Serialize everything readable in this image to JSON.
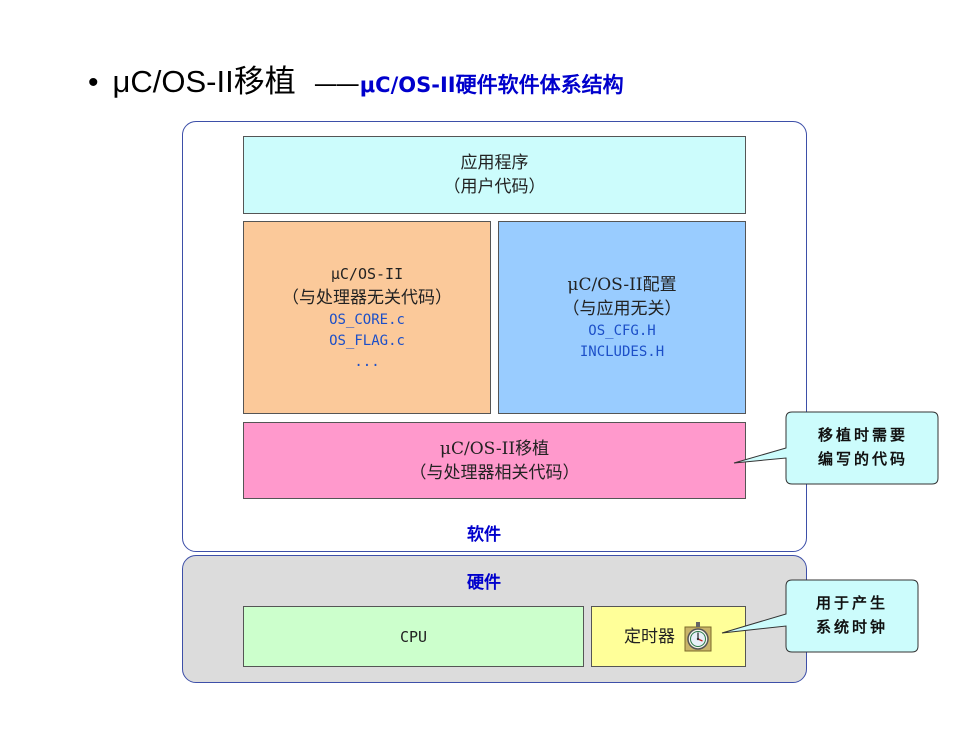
{
  "title": {
    "bullet": "•",
    "main": "μC/OS-II移植",
    "separator": "——",
    "subtitle": "μC/OS-II硬件软件体系结构"
  },
  "software": {
    "label": "软件",
    "app": {
      "line1": "应用程序",
      "line2": "（用户代码）"
    },
    "independent": {
      "line1": "μC/OS-II",
      "line2": "（与处理器无关代码）",
      "files": [
        "OS_CORE.c",
        "OS_FLAG.c",
        "..."
      ]
    },
    "config": {
      "line1": "μC/OS-II配置",
      "line2": "（与应用无关）",
      "files": [
        "OS_CFG.H",
        "INCLUDES.H"
      ]
    },
    "port": {
      "line1": "μC/OS-II移植",
      "line2": "（与处理器相关代码）"
    }
  },
  "hardware": {
    "label": "硬件",
    "cpu": "CPU",
    "timer": "定时器"
  },
  "callouts": {
    "port_note": {
      "line1": "移植时需要",
      "line2": "编写的代码"
    },
    "timer_note": {
      "line1": "用于产生",
      "line2": "系统时钟"
    }
  },
  "colors": {
    "app": "#ccfcfc",
    "independent": "#fbc99a",
    "config": "#99ccff",
    "port": "#ff99cc",
    "cpu": "#ccffcc",
    "timer": "#ffff99",
    "hardware_bg": "#dcdcdc",
    "accent": "#0000cc"
  },
  "icons": {
    "timer": "stopwatch-icon"
  }
}
